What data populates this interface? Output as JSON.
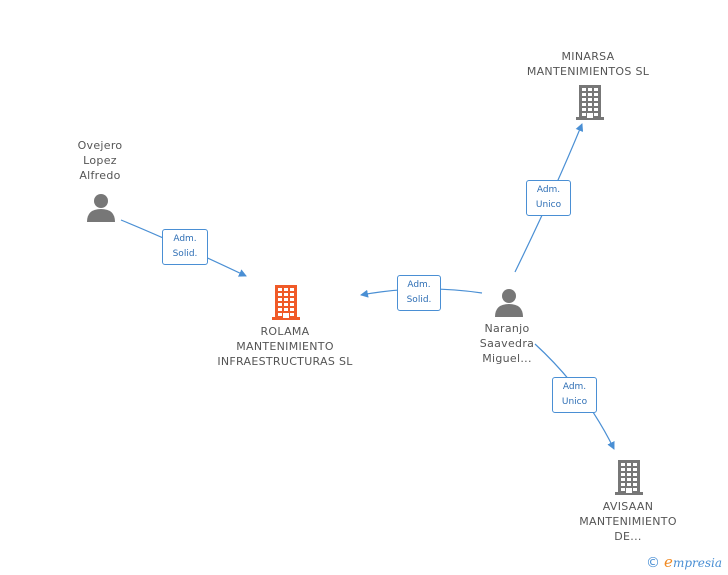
{
  "nodes": {
    "ovejero": {
      "type": "person",
      "label": "Ovejero\nLopez\nAlfredo"
    },
    "naranjo": {
      "type": "person",
      "label": "Naranjo\nSaavedra\nMiguel..."
    },
    "rolama": {
      "type": "company",
      "label": "ROLAMA\nMANTENIMIENTO\nINFRAESTRUCTURAS SL",
      "highlight": true
    },
    "minarsa": {
      "type": "company",
      "label": "MINARSA\nMANTENIMIENTOS SL"
    },
    "avisaan": {
      "type": "company",
      "label": "AVISAAN\nMANTENIMIENTO\nDE..."
    }
  },
  "edges": [
    {
      "from": "ovejero",
      "to": "rolama",
      "label": "Adm.\nSolid."
    },
    {
      "from": "naranjo",
      "to": "rolama",
      "label": "Adm.\nSolid."
    },
    {
      "from": "naranjo",
      "to": "minarsa",
      "label": "Adm.\nUnico"
    },
    {
      "from": "naranjo",
      "to": "avisaan",
      "label": "Adm.\nUnico"
    }
  ],
  "colors": {
    "person": "#777777",
    "company": "#777777",
    "company_highlight": "#f05a28",
    "edge": "#4a8fd4",
    "label_text": "#555555"
  },
  "footer": {
    "copyright": "©",
    "brand_first": "e",
    "brand_rest": "mpresia"
  }
}
